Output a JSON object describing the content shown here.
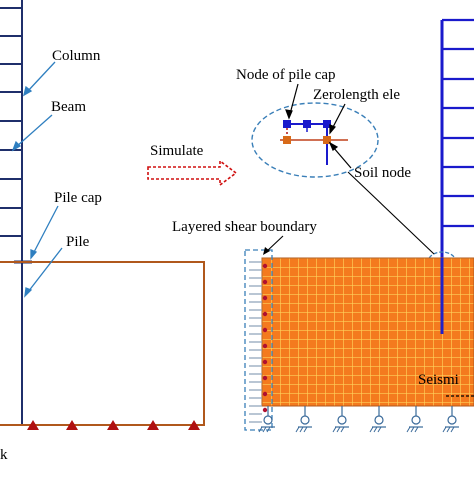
{
  "labels": {
    "column": "Column",
    "beam": "Beam",
    "pile_cap": "Pile cap",
    "pile": "Pile",
    "simulate": "Simulate",
    "node_of_pile_cap": "Node of pile cap",
    "zerolength_ele": "Zerolength ele",
    "soil_node": "Soil node",
    "layered_shear_boundary": "Layered shear boundary",
    "seismic": "Seismi",
    "corner_text": "k"
  },
  "colors": {
    "frame": "#1f2f6b",
    "soil_outline": "#b0581c",
    "support": "#b01010",
    "leader": "#2f7fc0",
    "arrow": "#d01010",
    "mesh_fill": "#f47a1e",
    "mesh_line": "#ffd05a",
    "right_column": "#1a1acc",
    "boundary": "#8aa0b8",
    "callout": "#3a7fb8",
    "cap_node": "#1a1acc",
    "soil_node": "#d86a18"
  },
  "icons": {
    "support": "triangle-support-icon",
    "hinge": "hinge-support-icon"
  }
}
